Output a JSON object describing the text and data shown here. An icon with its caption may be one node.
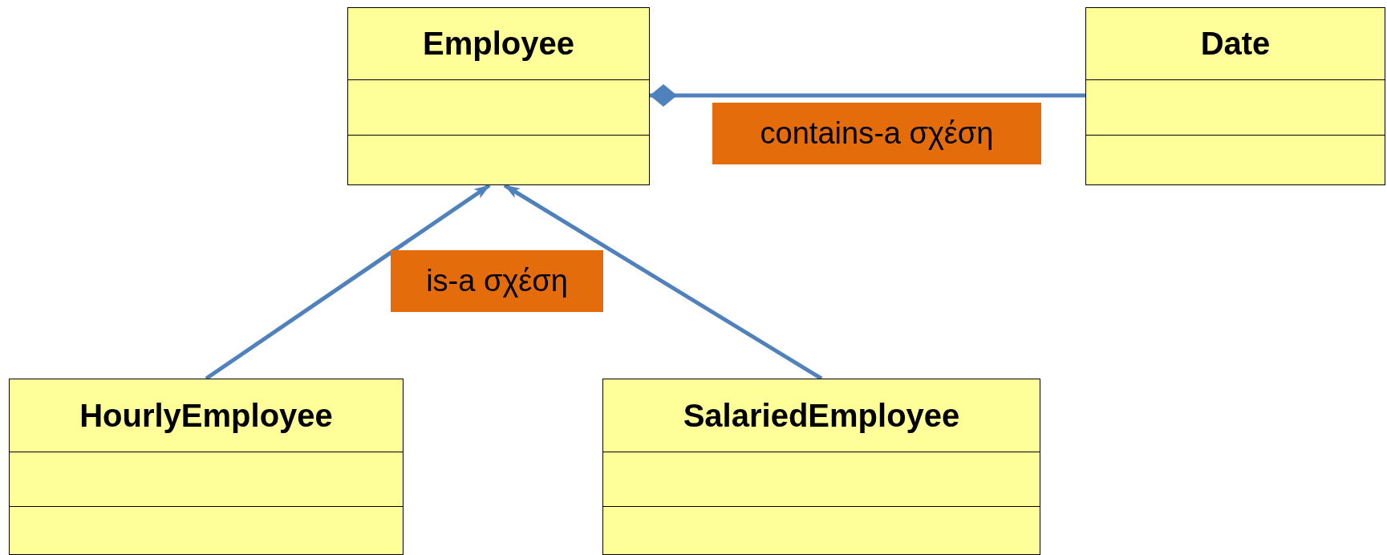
{
  "diagram": {
    "nodes": [
      {
        "text": [
          "Employee"
        ]
      },
      {
        "text": [
          "Date"
        ]
      },
      {
        "text": [
          "HourlyEmployee"
        ]
      },
      {
        "text": [
          "SalariedEmployee"
        ]
      }
    ],
    "edges": [
      {
        "from": 0,
        "to": 1,
        "arrow": "other",
        "label": "contains-a σχέση"
      },
      {
        "from": 2,
        "to": 0,
        "arrow": "to",
        "label": "is-a σχέση"
      },
      {
        "from": 3,
        "to": 0,
        "arrow": "to"
      }
    ]
  }
}
